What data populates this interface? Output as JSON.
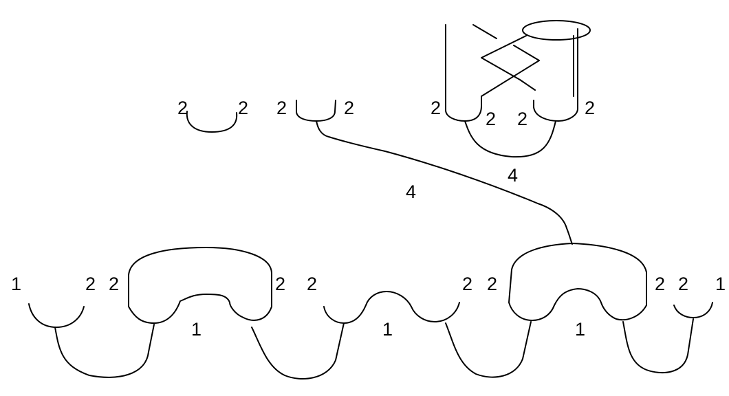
{
  "labels": {
    "top_small_left_a": "2",
    "top_small_left_b": "2",
    "top_small_mid_a": "2",
    "top_small_mid_b": "2",
    "braid_a": "2",
    "braid_b": "2",
    "braid_c": "2",
    "braid_d": "2",
    "braid_weight": "4",
    "connector_weight": "4",
    "b_1_left": "1",
    "b_2_a": "2",
    "b_2_b": "2",
    "b_weight_1a": "1",
    "b_2_c": "2",
    "b_2_d": "2",
    "b_weight_1b": "1",
    "b_2_e": "2",
    "b_2_f": "2",
    "b_weight_1c": "1",
    "b_2_g": "2",
    "b_2_h": "2",
    "b_1_right": "1"
  }
}
